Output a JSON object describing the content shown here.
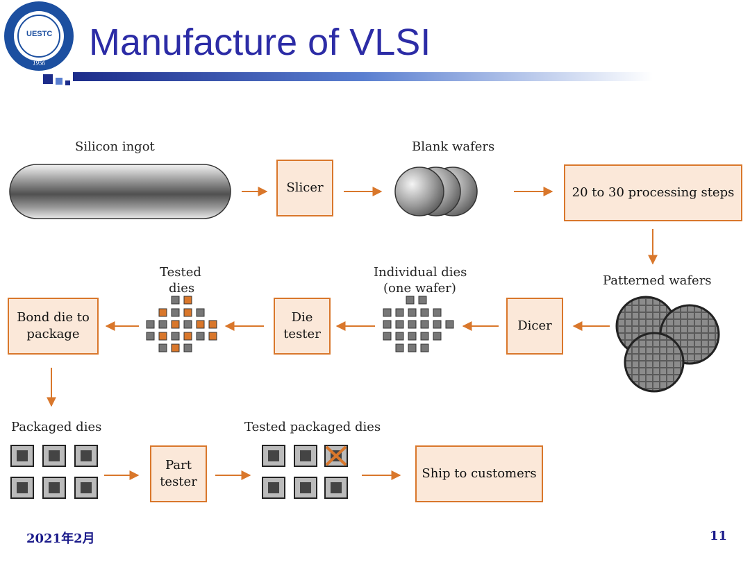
{
  "slide": {
    "title": "Manufacture of VLSI",
    "date": "2021年2月",
    "page_number": "11",
    "logo_text": "UESTC",
    "logo_year": "1956"
  },
  "diagram": {
    "labels": {
      "silicon_ingot": "Silicon ingot",
      "blank_wafers": "Blank wafers",
      "patterned_wafers": "Patterned wafers",
      "individual_dies_1": "Individual dies",
      "individual_dies_2": "(one wafer)",
      "tested_dies_1": "Tested",
      "tested_dies_2": "dies",
      "packaged_dies": "Packaged dies",
      "tested_packaged_dies": "Tested packaged dies"
    },
    "boxes": {
      "slicer": "Slicer",
      "processing": "20 to 30 processing steps",
      "dicer": "Dicer",
      "die_tester_1": "Die",
      "die_tester_2": "tester",
      "bond_1": "Bond die to",
      "bond_2": "package",
      "part_tester_1": "Part",
      "part_tester_2": "tester",
      "ship": "Ship to customers"
    }
  }
}
